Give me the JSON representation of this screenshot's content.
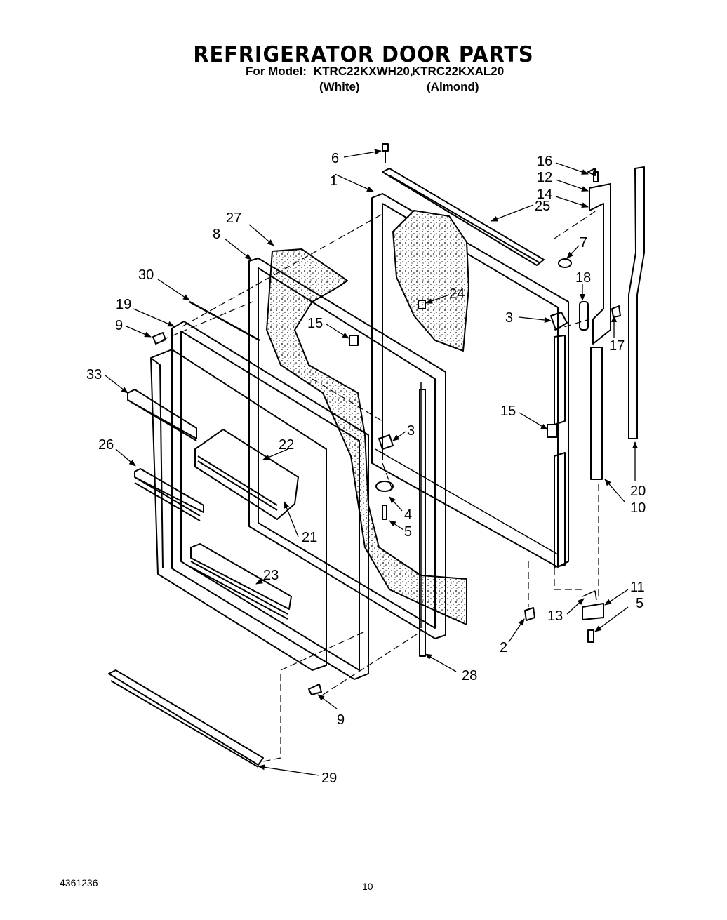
{
  "header": {
    "title": "REFRIGERATOR DOOR PARTS",
    "model_label": "For Model:",
    "models": [
      "KTRC22KXWH20,",
      "KTRC22KXAL20"
    ],
    "model_colors": [
      "(White)",
      "(Almond)"
    ]
  },
  "footer": {
    "part_number": "4361236",
    "page_number": "10"
  },
  "callouts": [
    "1",
    "2",
    "3",
    "3",
    "4",
    "5",
    "5",
    "6",
    "7",
    "8",
    "9",
    "9",
    "10",
    "11",
    "12",
    "13",
    "14",
    "15",
    "15",
    "16",
    "17",
    "18",
    "19",
    "20",
    "21",
    "22",
    "23",
    "24",
    "25",
    "26",
    "27",
    "28",
    "29",
    "30",
    "33"
  ]
}
